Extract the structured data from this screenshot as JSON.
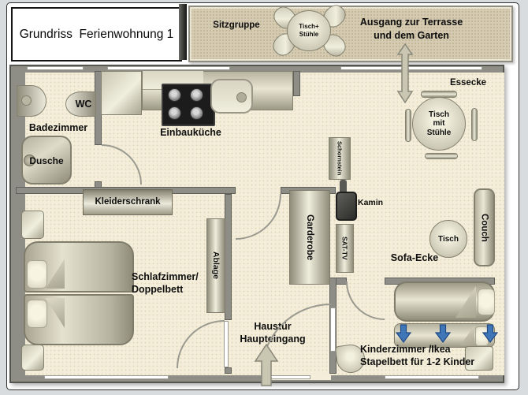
{
  "title": "Grundriss  Ferienwohnung 1",
  "terrace": {
    "seating_label": "Sitzgruppe",
    "table_label": "Tisch+\nStühle",
    "exit_label": "Ausgang zur Terrasse\nund dem Garten"
  },
  "bathroom": {
    "label": "Badezimmer",
    "wc_label": "WC",
    "shower_label": "Dusche"
  },
  "kitchen": {
    "label": "Einbauküche"
  },
  "dining": {
    "corner_label": "Essecke",
    "table_label": "Tisch\nmit\nStühle"
  },
  "living": {
    "corner_label": "Sofa-Ecke",
    "couch_label": "Couch",
    "table_label": "Tisch",
    "tv_label": "SAT-TV",
    "chimney_label": "Schornstein",
    "fireplace_label": "Kamin"
  },
  "hall": {
    "wardrobe_label": "Garderobe",
    "entrance_label": "Haustür\nHaupteingang"
  },
  "bedroom": {
    "label": "Schlafzimmer/\nDoppelbett",
    "closet_label": "Kleiderschrank",
    "shelf_label": "Ablage"
  },
  "kids_room": {
    "label": "Kinderzimmer /Ikea\nStapelbett für 1-2 Kinder"
  },
  "colors": {
    "wall": "#8e8e86",
    "floor": "#f3edd9",
    "terrace": "#d4cbb2",
    "fireplace": "#2c2c2a",
    "bunk_arrow": "#3f76b8",
    "furniture_light": "#efeddc",
    "furniture_dark": "#8f8c7a"
  }
}
